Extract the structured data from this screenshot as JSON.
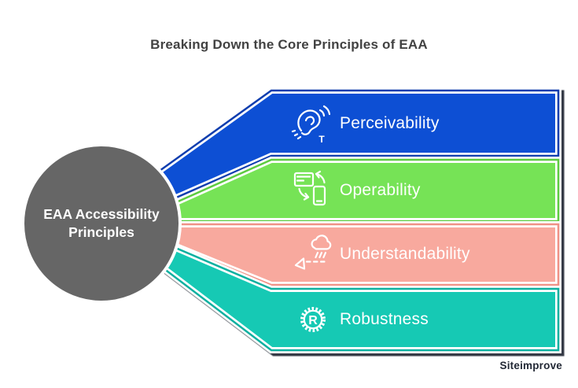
{
  "title": "Breaking Down the Core Principles of EAA",
  "center": {
    "label": "EAA Accessibility Principles"
  },
  "principles": [
    {
      "label": "Perceivability",
      "color": "#1150d4",
      "border": "#0e3cae",
      "icon": "assistive-listening-ear-icon",
      "icon_text": "T"
    },
    {
      "label": "Operability",
      "color": "#76e356",
      "border": "#5dcb3f",
      "icon": "device-sync-icon",
      "icon_text": ""
    },
    {
      "label": "Understandability",
      "color": "#f8a99e",
      "border": "#f09186",
      "icon": "cloud-communication-icon",
      "icon_text": ""
    },
    {
      "label": "Robustness",
      "color": "#12c9b4",
      "border": "#0fb0a0",
      "icon": "gear-r-icon",
      "icon_text": "R"
    }
  ],
  "watermark": "Siteimprove",
  "colors": {
    "circle": "#666666",
    "background": "#ffffff",
    "title_text": "#424242",
    "band_text": "#ffffff",
    "shadow": "#1b2130"
  }
}
